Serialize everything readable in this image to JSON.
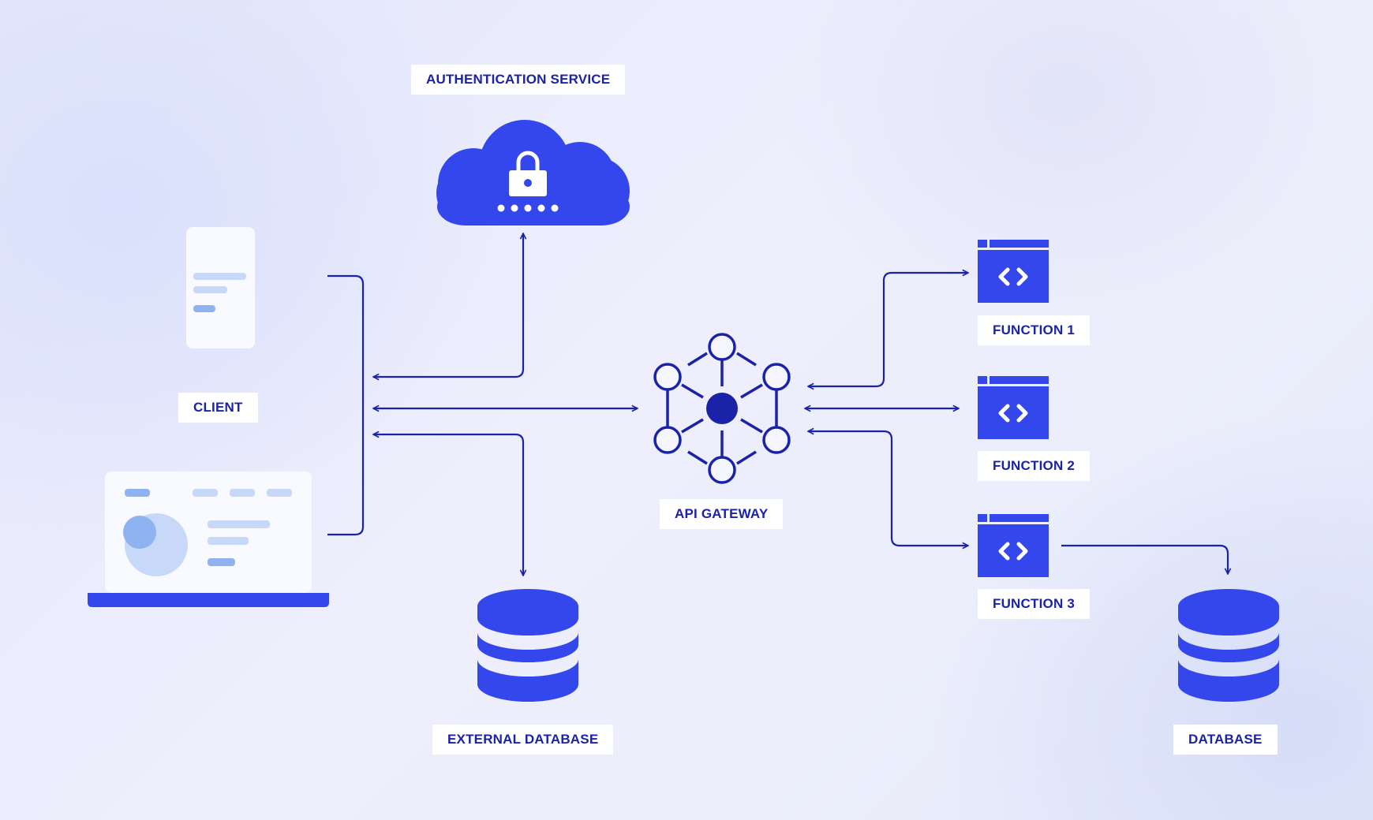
{
  "nodes": {
    "auth_service": {
      "label": "AUTHENTICATION SERVICE",
      "icon": "cloud-lock-icon"
    },
    "client": {
      "label": "CLIENT",
      "icons": [
        "mobile-phone-icon",
        "laptop-icon"
      ]
    },
    "api_gateway": {
      "label": "API GATEWAY",
      "icon": "network-hub-icon"
    },
    "external_database": {
      "label": "EXTERNAL DATABASE",
      "icon": "database-icon"
    },
    "function_1": {
      "label": "FUNCTION 1",
      "icon": "code-window-icon"
    },
    "function_2": {
      "label": "FUNCTION 2",
      "icon": "code-window-icon"
    },
    "function_3": {
      "label": "FUNCTION 3",
      "icon": "code-window-icon"
    },
    "database": {
      "label": "DATABASE",
      "icon": "database-icon"
    }
  },
  "edges": [
    {
      "from": "auth_service",
      "to": "client",
      "direction": "both"
    },
    {
      "from": "client",
      "to": "api_gateway",
      "direction": "both"
    },
    {
      "from": "client",
      "to": "external_database",
      "direction": "both"
    },
    {
      "from": "api_gateway",
      "to": "function_1",
      "direction": "both"
    },
    {
      "from": "api_gateway",
      "to": "function_2",
      "direction": "both"
    },
    {
      "from": "api_gateway",
      "to": "function_3",
      "direction": "both"
    },
    {
      "from": "function_3",
      "to": "database",
      "direction": "forward"
    }
  ],
  "colors": {
    "primary_blue": "#3347ec",
    "line_navy": "#1a22a8",
    "light_blue": "#a9c3f4",
    "label_bg": "#ffffff"
  }
}
